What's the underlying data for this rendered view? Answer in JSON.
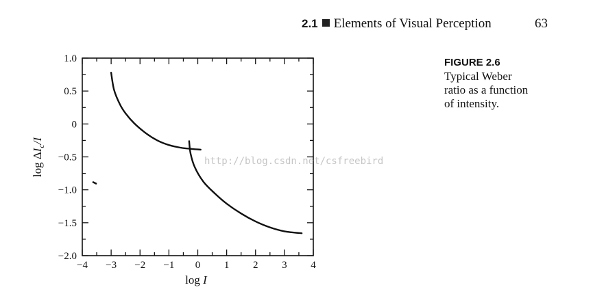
{
  "header": {
    "section": "2.1",
    "title": "Elements of Visual Perception",
    "page": "63"
  },
  "caption": {
    "figure_label": "FIGURE 2.6",
    "line1": "Typical Weber",
    "line2": "ratio as a function",
    "line3": "of intensity."
  },
  "watermark": "http://blog.csdn.net/csfreebird",
  "chart_data": {
    "type": "line",
    "xlabel": "log I",
    "ylabel": "log ΔIc/I",
    "xlim": [
      -4,
      4
    ],
    "ylim": [
      -2.0,
      1.0
    ],
    "xticks": [
      -4,
      -3,
      -2,
      -1,
      0,
      1,
      2,
      3,
      4
    ],
    "yticks": [
      1.0,
      0.5,
      0,
      -0.5,
      -1.0,
      -1.5,
      -2.0
    ],
    "xtick_labels": [
      "−4",
      "−3",
      "−2",
      "−1",
      "0",
      "1",
      "2",
      "3",
      "4"
    ],
    "ytick_labels": [
      "1.0",
      "0.5",
      "0",
      "−0.5",
      "−1.0",
      "−1.5",
      "−2.0"
    ],
    "grid": false,
    "series": [
      {
        "x": [
          -3.0,
          -2.9,
          -2.7,
          -2.5,
          -2.2,
          -1.8,
          -1.4,
          -1.0,
          -0.6,
          -0.2,
          0.1
        ],
        "y": [
          0.78,
          0.52,
          0.3,
          0.16,
          0.01,
          -0.14,
          -0.25,
          -0.32,
          -0.36,
          -0.38,
          -0.39
        ]
      },
      {
        "x": [
          -0.3,
          -0.25,
          -0.1,
          0.2,
          0.6,
          1.0,
          1.5,
          2.0,
          2.5,
          3.0,
          3.6
        ],
        "y": [
          -0.26,
          -0.45,
          -0.66,
          -0.88,
          -1.06,
          -1.21,
          -1.36,
          -1.48,
          -1.57,
          -1.63,
          -1.66
        ]
      }
    ]
  }
}
